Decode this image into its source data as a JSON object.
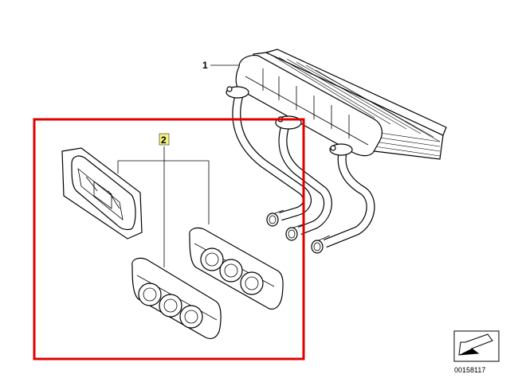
{
  "callouts": {
    "heater_core": "1",
    "seals": "2"
  },
  "doc_number": "00158117",
  "highlight_color": "#e00000",
  "label_highlight_color": "#f2f280",
  "icons": [
    "arrow-icon"
  ]
}
